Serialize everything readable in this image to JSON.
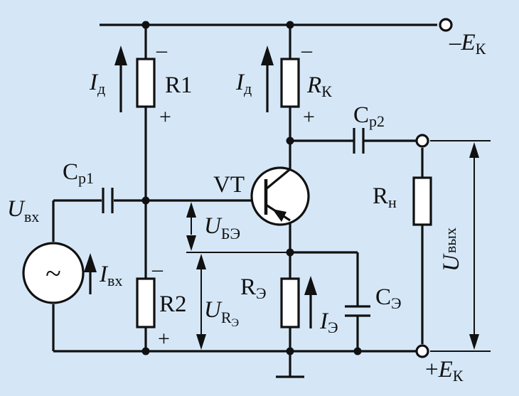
{
  "colors": {
    "background": "#d5e7f7",
    "ink": "#111111",
    "component_fill": "#ffffff"
  },
  "labels": {
    "supply_top": {
      "sign": "–",
      "main": "E",
      "sub": "К"
    },
    "supply_bottom": {
      "sign": "+",
      "main": "E",
      "sub": "К"
    },
    "r1": "R1",
    "r2": "R2",
    "rk": {
      "main": "R",
      "sub": "К"
    },
    "re": {
      "main": "R",
      "sub": "Э"
    },
    "rn": {
      "main": "R",
      "sub": "н"
    },
    "cp1": {
      "main": "C",
      "sub": "р1"
    },
    "cp2": {
      "main": "C",
      "sub": "р2"
    },
    "ce": {
      "main": "C",
      "sub": "Э"
    },
    "vt": "VT",
    "id_left": {
      "main": "I",
      "sub": "д"
    },
    "id_right": {
      "main": "I",
      "sub": "д"
    },
    "ie": {
      "main": "I",
      "sub": "Э"
    },
    "iin": {
      "main": "I",
      "sub": "вх"
    },
    "uin": {
      "main": "U",
      "sub": "вх"
    },
    "ube": {
      "main": "U",
      "sub": "БЭ"
    },
    "ure": {
      "main": "U",
      "sub": "R",
      "subsub": "Э"
    },
    "uout": {
      "main": "U",
      "sub": "вых"
    },
    "source": "~",
    "polarity": {
      "minus": "–",
      "plus": "+"
    }
  }
}
